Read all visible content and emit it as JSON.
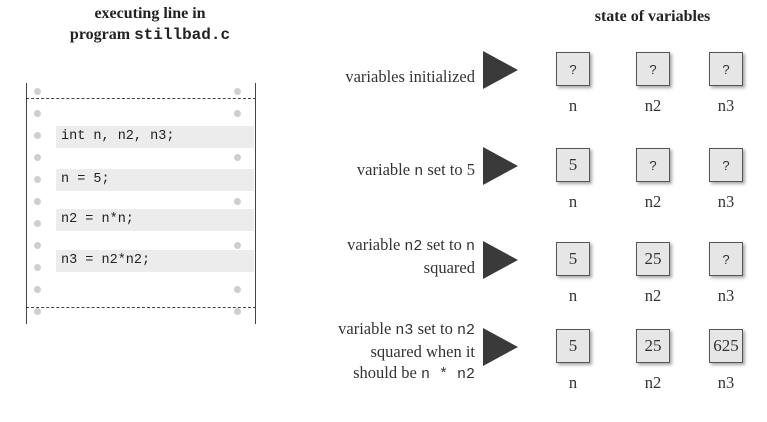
{
  "heading_left": {
    "line1": "executing line in",
    "line2_prefix": "program ",
    "line2_file": "stillbad.c"
  },
  "heading_right": "state of variables",
  "code_lines": [
    "int n, n2, n3;",
    "n = 5;",
    "n2 = n*n;",
    "n3 = n2*n2;"
  ],
  "steps": [
    {
      "desc_lines": [
        [
          {
            "t": "variables initialized",
            "mono": false
          }
        ]
      ],
      "values": [
        "?",
        "?",
        "?"
      ]
    },
    {
      "desc_lines": [
        [
          {
            "t": "variable ",
            "mono": false
          },
          {
            "t": "n",
            "mono": true
          },
          {
            "t": " set to 5",
            "mono": false
          }
        ]
      ],
      "values": [
        "5",
        "?",
        "?"
      ]
    },
    {
      "desc_lines": [
        [
          {
            "t": "variable ",
            "mono": false
          },
          {
            "t": "n2",
            "mono": true
          },
          {
            "t": " set to ",
            "mono": false
          },
          {
            "t": "n",
            "mono": true
          }
        ],
        [
          {
            "t": "squared",
            "mono": false
          }
        ]
      ],
      "values": [
        "5",
        "25",
        "?"
      ]
    },
    {
      "desc_lines": [
        [
          {
            "t": "variable ",
            "mono": false
          },
          {
            "t": "n3",
            "mono": true
          },
          {
            "t": " set to ",
            "mono": false
          },
          {
            "t": "n2",
            "mono": true
          }
        ],
        [
          {
            "t": "squared when it",
            "mono": false
          }
        ],
        [
          {
            "t": "should be ",
            "mono": false
          },
          {
            "t": "n * n2",
            "mono": true
          }
        ]
      ],
      "values": [
        "5",
        "25",
        "625"
      ]
    }
  ],
  "variable_names": [
    "n",
    "n2",
    "n3"
  ],
  "colors": {
    "box_fill": "#e6e6e6",
    "code_fill": "#ececec",
    "arrow": "#3a3a3a"
  }
}
